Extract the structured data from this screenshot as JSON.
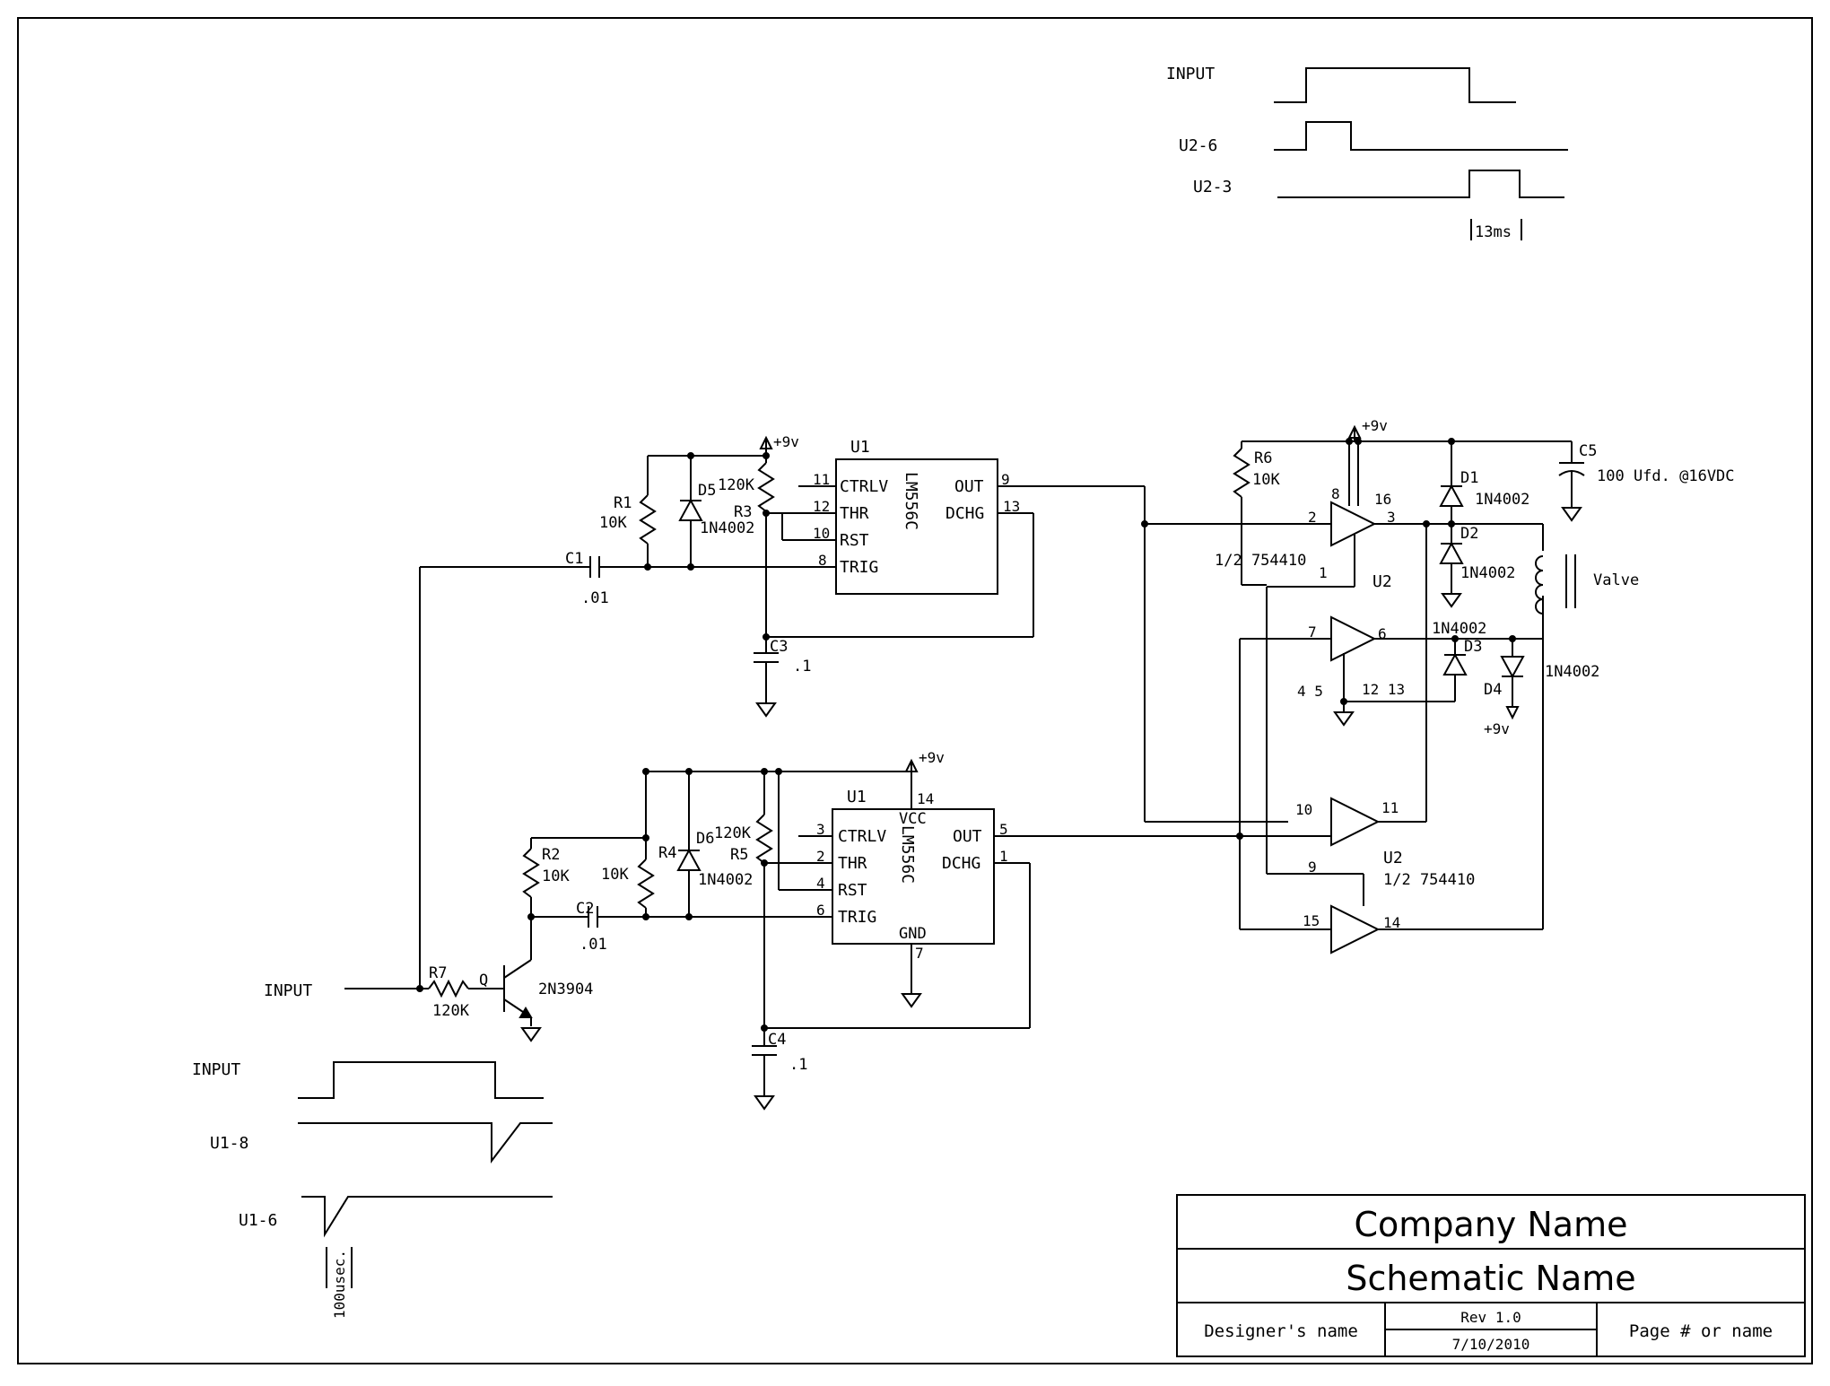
{
  "waveforms": {
    "top": {
      "input": "INPUT",
      "u2_6": "U2-6",
      "u2_3": "U2-3",
      "pulse_width": "13ms"
    },
    "bottom": {
      "input": "INPUT",
      "u1_8": "U1-8",
      "u1_6": "U1-6",
      "pulse_width": "100usec."
    }
  },
  "supply": {
    "plus9v": "+9v"
  },
  "ic_u1_top": {
    "ref": "U1",
    "part": "LM556C",
    "pins": {
      "ctrlv": "CTRLV",
      "thr": "THR",
      "rst": "RST",
      "trig": "TRIG",
      "out": "OUT",
      "dchg": "DCHG"
    },
    "pin_numbers": {
      "ctrlv": "11",
      "thr": "12",
      "rst": "10",
      "trig": "8",
      "out": "9",
      "dchg": "13"
    }
  },
  "ic_u1_bottom": {
    "ref": "U1",
    "part": "LM556C",
    "pins": {
      "vcc": "VCC",
      "ctrlv": "CTRLV",
      "thr": "THR",
      "rst": "RST",
      "trig": "TRIG",
      "out": "OUT",
      "dchg": "DCHG",
      "gnd": "GND"
    },
    "pin_numbers": {
      "vcc": "14",
      "ctrlv": "3",
      "thr": "2",
      "rst": "4",
      "trig": "6",
      "out": "5",
      "dchg": "1",
      "gnd": "7"
    }
  },
  "components": {
    "r1": {
      "ref": "R1",
      "value": "10K"
    },
    "r2": {
      "ref": "R2",
      "value": "10K"
    },
    "r3": {
      "ref": "R3",
      "value": "120K"
    },
    "r4": {
      "ref": "R4",
      "value": "10K"
    },
    "r5": {
      "ref": "R5",
      "value": "120K"
    },
    "r6": {
      "ref": "R6",
      "value": "10K"
    },
    "r7": {
      "ref": "R7",
      "value": "120K"
    },
    "c1": {
      "ref": "C1",
      "value": ".01"
    },
    "c2": {
      "ref": "C2",
      "value": ".01"
    },
    "c3": {
      "ref": "C3",
      "value": ".1"
    },
    "c4": {
      "ref": "C4",
      "value": ".1"
    },
    "c5": {
      "ref": "C5",
      "value": "100 Ufd. @16VDC"
    },
    "d1": {
      "ref": "D1",
      "value": "1N4002"
    },
    "d2": {
      "ref": "D2",
      "value": "1N4002"
    },
    "d3": {
      "ref": "D3",
      "value": "1N4002"
    },
    "d4": {
      "ref": "D4",
      "value": "1N4002"
    },
    "d5": {
      "ref": "D5",
      "value": "1N4002"
    },
    "d6": {
      "ref": "D6",
      "value": "1N4002"
    },
    "q": {
      "ref": "Q",
      "value": "2N3904"
    },
    "valve": {
      "label": "Valve"
    },
    "input_label": "INPUT"
  },
  "driver_u2": {
    "ref": "U2",
    "half_label": "1/2 754410",
    "pins": {
      "p2": "2",
      "p3": "3",
      "p8": "8",
      "p16": "16",
      "p1": "1",
      "p7": "7",
      "p6": "6",
      "p45": "4 5",
      "p1213": "12 13",
      "p10": "10",
      "p11": "11",
      "p9": "9",
      "p15": "15",
      "p14": "14"
    }
  },
  "title_block": {
    "company": "Company Name",
    "schematic": "Schematic Name",
    "designer": "Designer's name",
    "rev": "Rev 1.0",
    "date": "7/10/2010",
    "page": "Page # or name"
  }
}
